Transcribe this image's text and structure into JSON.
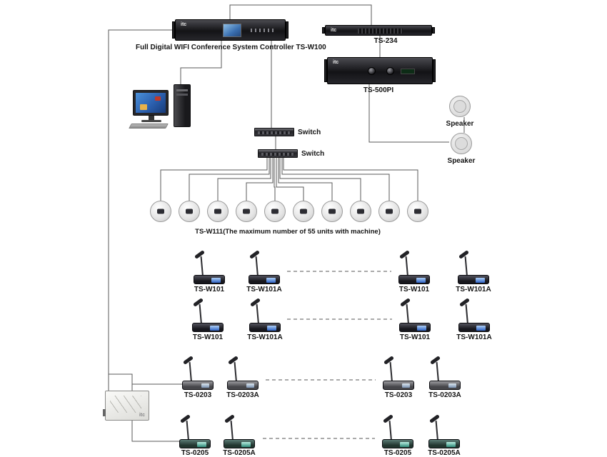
{
  "brand": "itc",
  "colors": {
    "wire": "#5a5a5a",
    "screen_blue": "#2f62c4",
    "device_black": "#131316"
  },
  "controller": {
    "label": "Full Digital WIFI Conference System Controller TS-W100"
  },
  "rack": {
    "ts234": "TS-234",
    "ts500pi": "TS-500PI"
  },
  "speakers": {
    "s1": "Speaker",
    "s2": "Speaker"
  },
  "switches": {
    "sw1": "Switch",
    "sw2": "Switch"
  },
  "ceiling": {
    "note": "TS-W111(The maximum number of 55 units with machine)",
    "unit_count": 10
  },
  "micRows": [
    {
      "labels": [
        "TS-W101",
        "TS-W101A",
        "TS-W101",
        "TS-W101A"
      ]
    },
    {
      "labels": [
        "TS-W101",
        "TS-W101A",
        "TS-W101",
        "TS-W101A"
      ]
    },
    {
      "labels": [
        "TS-0203",
        "TS-0203A",
        "TS-0203",
        "TS-0203A"
      ]
    },
    {
      "labels": [
        "TS-0205",
        "TS-0205A",
        "TS-0205",
        "TS-0205A"
      ]
    }
  ]
}
